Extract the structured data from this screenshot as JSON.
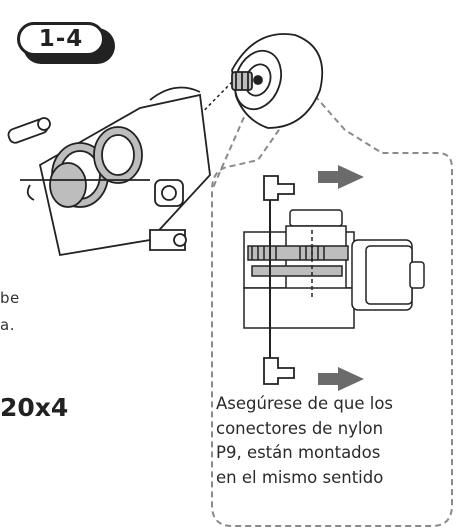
{
  "step": {
    "label": "1-4"
  },
  "left_text": {
    "line1": "be",
    "line2": "a."
  },
  "part_code": "20x4",
  "note": {
    "lines": [
      "Asegúrese de que los",
      "conectores de nylon",
      "P9, están montados",
      "en el mismo sentido"
    ]
  },
  "colors": {
    "line": "#222222",
    "dashed_outline": "#8a8a8a",
    "arrow": "#6b6b6b",
    "part_fill": "#ffffff",
    "gear_shade": "#bdbdbd"
  },
  "icons": {
    "motor": "motor-icon",
    "gearbox": "gearbox-icon",
    "bracket": "metal-bracket-icon",
    "connector": "nylon-connector-icon",
    "direction_arrow": "arrow-right-icon"
  }
}
